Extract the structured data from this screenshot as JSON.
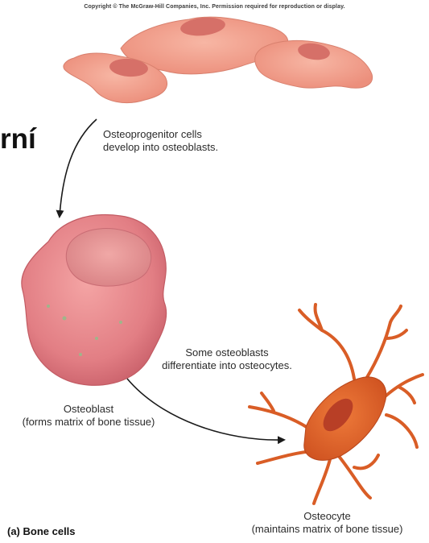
{
  "figure": {
    "copyright": "Copyright © The McGraw-Hill Companies, Inc. Permission required for reproduction or display.",
    "heading_fragment": "rní",
    "caption_progenitor": [
      "Osteoprogenitor cells",
      "develop into osteoblasts."
    ],
    "caption_differentiate": [
      "Some osteoblasts",
      "differentiate into osteocytes."
    ],
    "label_osteoblast": [
      "Osteoblast",
      "(forms matrix of bone tissue)"
    ],
    "label_osteocyte": [
      "Osteocyte",
      "(maintains matrix of bone tissue)"
    ],
    "part_label": "(a) Bone cells"
  },
  "colors": {
    "progenitor_fill": "#f3a491",
    "progenitor_nucleus": "#d9776d",
    "osteoblast_fill": "#e6848a",
    "osteocyte_fill": "#e0602a",
    "osteocyte_nucleus": "#c0432b",
    "arrow": "#1a1a1a"
  }
}
